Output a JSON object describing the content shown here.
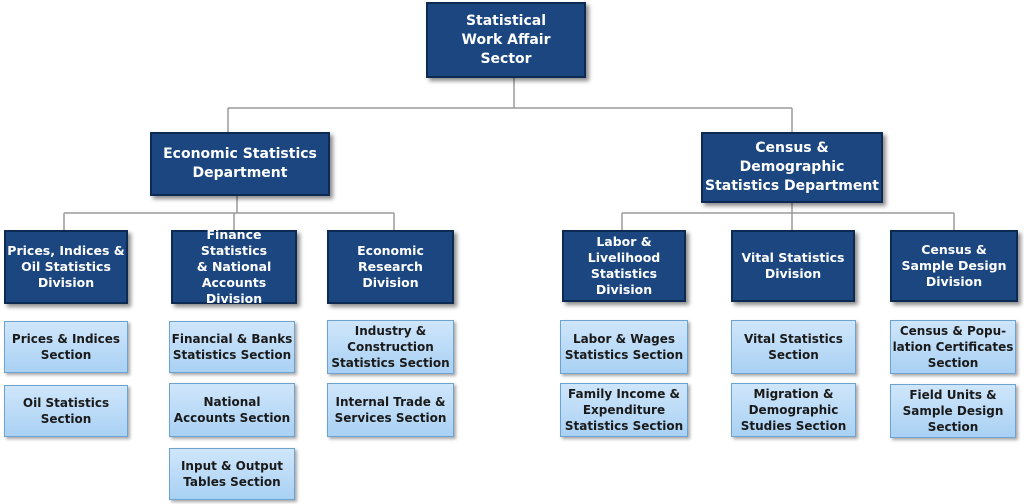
{
  "root": {
    "label": "Statistical\nWork Affair\nSector"
  },
  "departments": [
    {
      "label": "Economic Statistics\nDepartment",
      "divisions": [
        {
          "label": "Prices, Indices &\nOil Statistics\nDivision",
          "sections": [
            "Prices & Indices\nSection",
            "Oil Statistics\nSection"
          ]
        },
        {
          "label": "Finance Statistics\n& National\nAccounts Division",
          "sections": [
            "Financial & Banks\nStatistics Section",
            "National\nAccounts Section",
            "Input & Output\nTables Section"
          ]
        },
        {
          "label": "Economic\nResearch\nDivision",
          "sections": [
            "Industry &\nConstruction\nStatistics Section",
            "Internal Trade &\nServices Section"
          ]
        }
      ]
    },
    {
      "label": "Census &\nDemographic\nStatistics Department",
      "divisions": [
        {
          "label": "Labor &\nLivelihood\nStatistics Division",
          "sections": [
            "Labor & Wages\nStatistics Section",
            "Family Income &\nExpenditure\nStatistics Section"
          ]
        },
        {
          "label": "Vital Statistics\nDivision",
          "sections": [
            "Vital Statistics\nSection",
            "Migration &\nDemographic\nStudies Section"
          ]
        },
        {
          "label": "Census &\nSample Design\nDivision",
          "sections": [
            "Census & Popu-\nlation Certificates\nSection",
            "Field Units &\nSample Design\nSection"
          ]
        }
      ]
    }
  ]
}
